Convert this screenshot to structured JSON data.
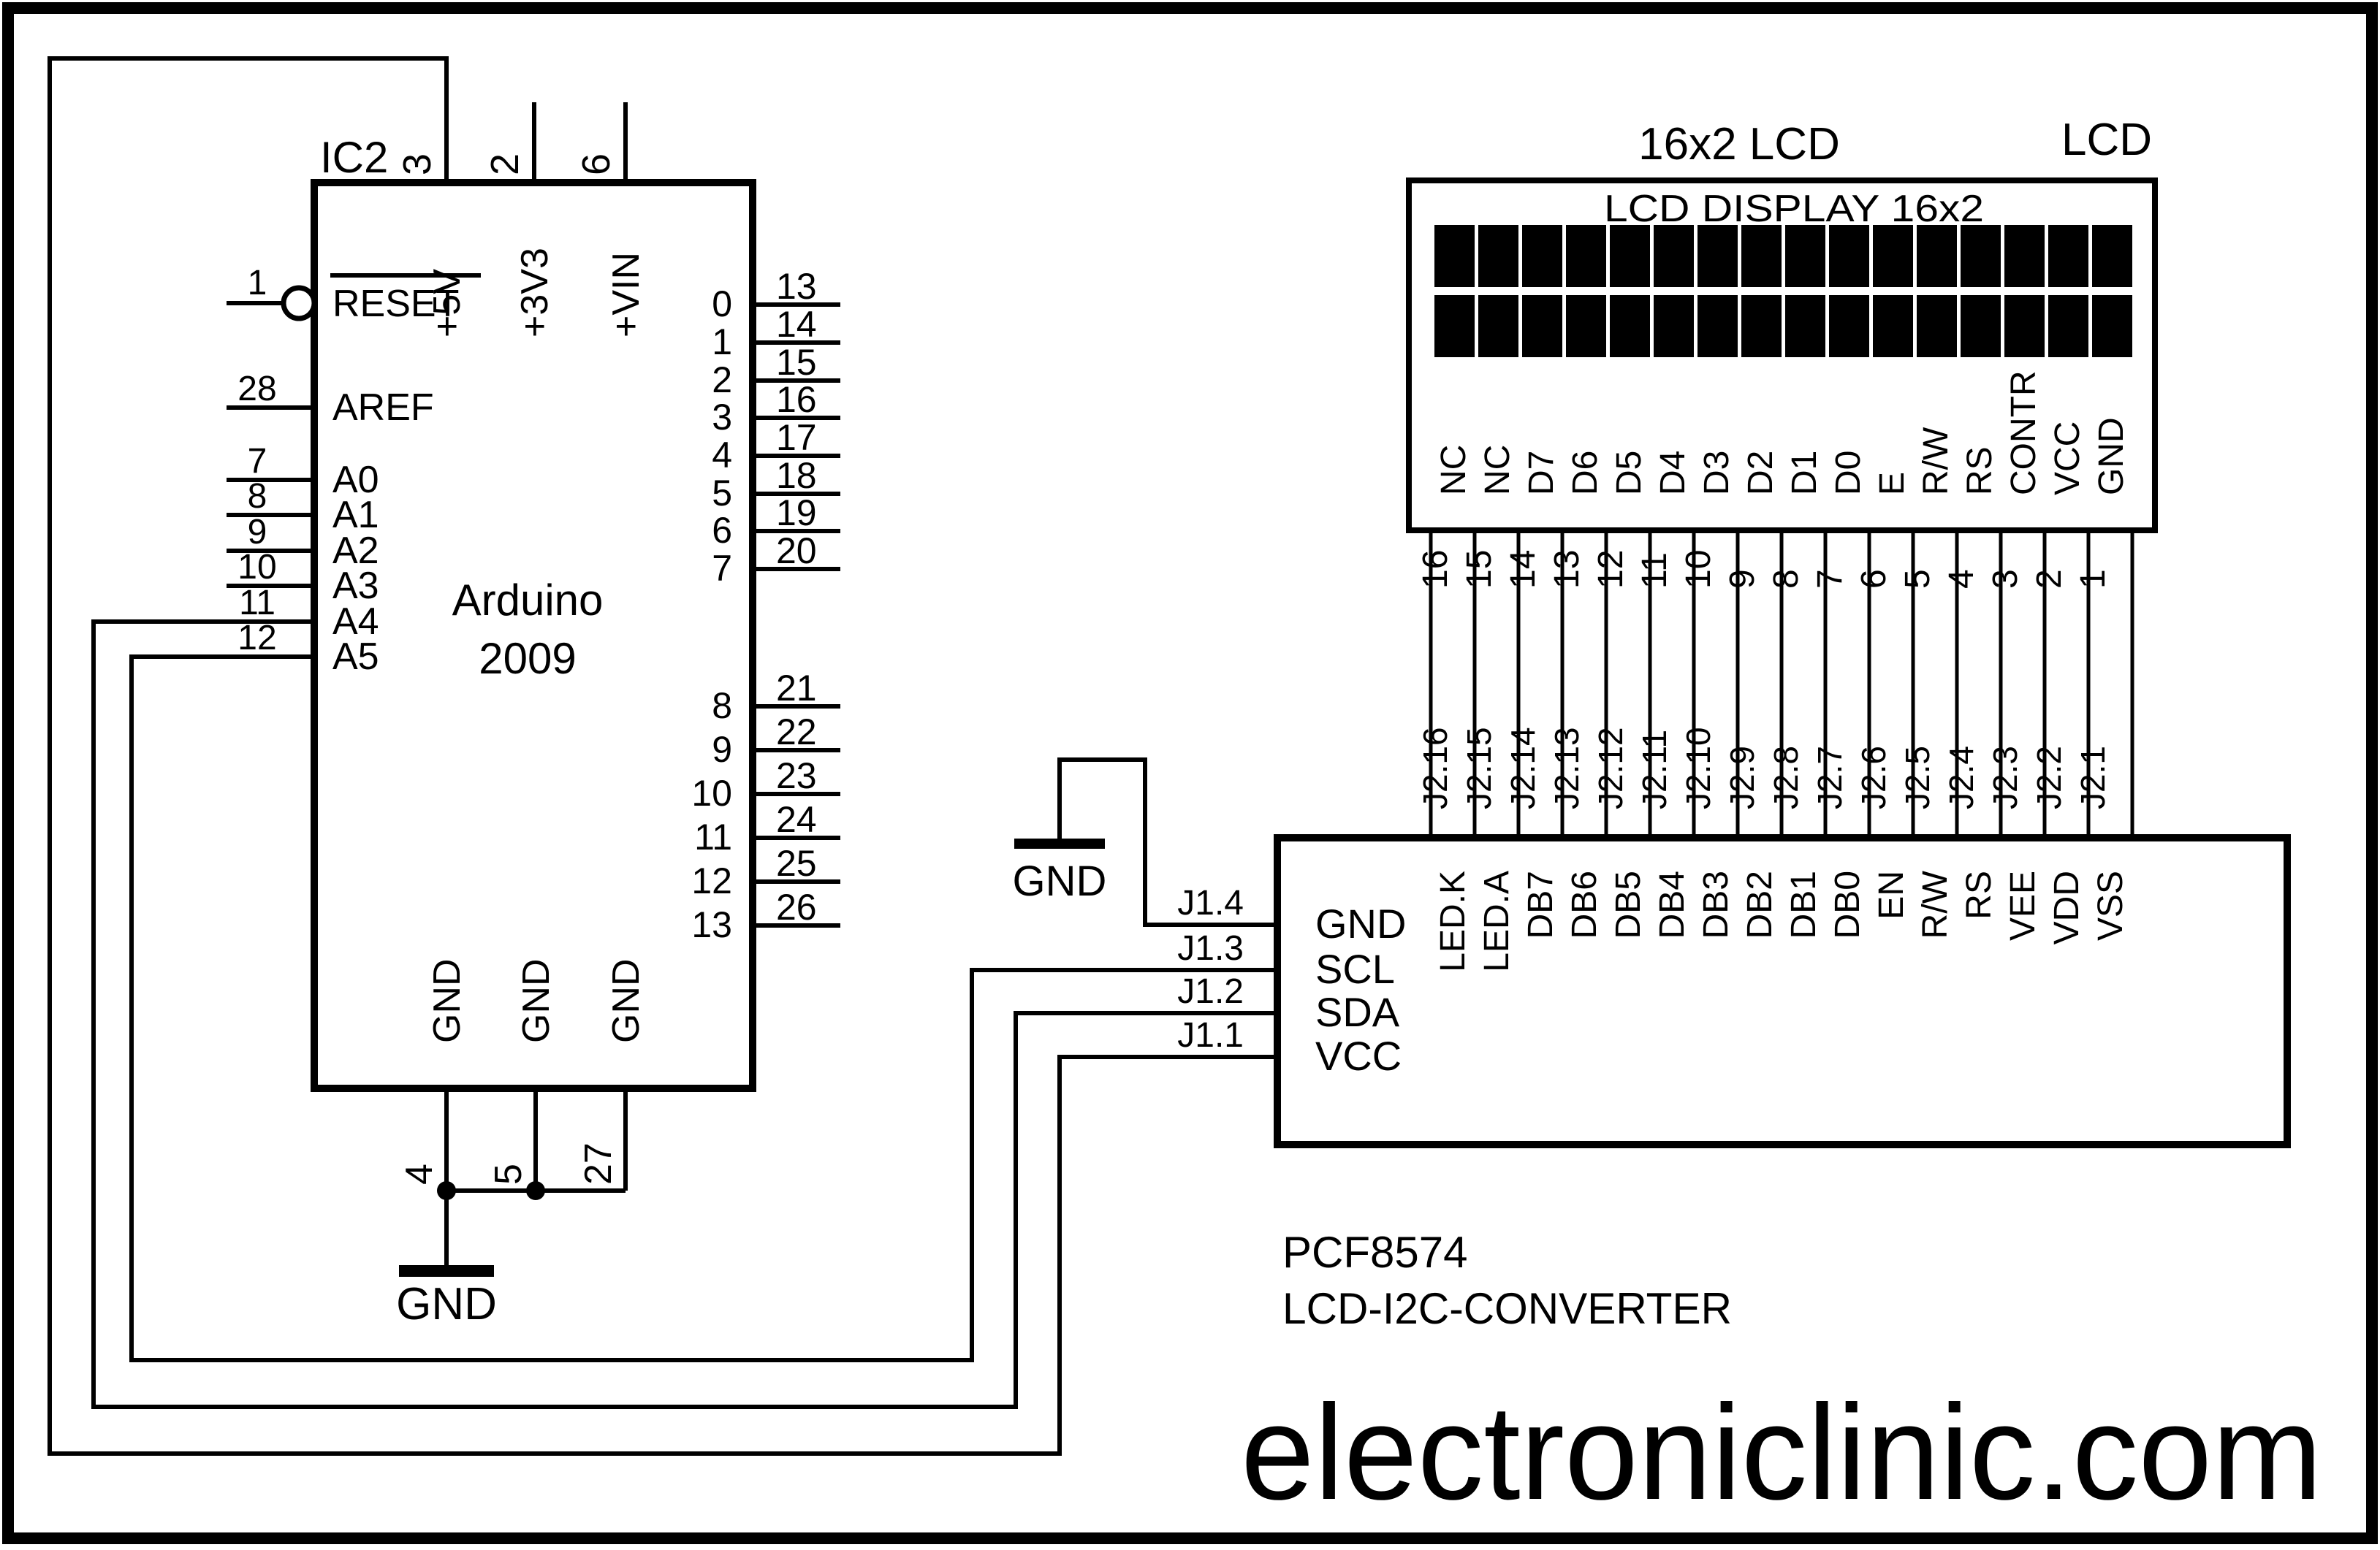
{
  "page": {
    "background": "#ffffff",
    "ink": "#000000",
    "watermark": "electroniclinic.com"
  },
  "arduino": {
    "designator": "IC2",
    "title_line1": "Arduino",
    "title_line2": "2009",
    "reset_pin": {
      "num": "1",
      "label": "RESET",
      "overline": true
    },
    "top_pins": [
      {
        "num": "3",
        "label": "+5V"
      },
      {
        "num": "2",
        "label": "+3V3"
      },
      {
        "num": "6",
        "label": "+VIN"
      }
    ],
    "left_pins": [
      {
        "num": "28",
        "label": "AREF"
      },
      {
        "num": "7",
        "label": "A0"
      },
      {
        "num": "8",
        "label": "A1"
      },
      {
        "num": "9",
        "label": "A2"
      },
      {
        "num": "10",
        "label": "A3"
      },
      {
        "num": "11",
        "label": "A4"
      },
      {
        "num": "12",
        "label": "A5"
      }
    ],
    "right_pins_upper": [
      [
        "0",
        "13"
      ],
      [
        "1",
        "14"
      ],
      [
        "2",
        "15"
      ],
      [
        "3",
        "16"
      ],
      [
        "4",
        "17"
      ],
      [
        "5",
        "18"
      ],
      [
        "6",
        "19"
      ],
      [
        "7",
        "20"
      ]
    ],
    "right_pins_lower": [
      [
        "8",
        "21"
      ],
      [
        "9",
        "22"
      ],
      [
        "10",
        "23"
      ],
      [
        "11",
        "24"
      ],
      [
        "12",
        "25"
      ],
      [
        "13",
        "26"
      ]
    ],
    "bottom_pins": [
      {
        "num": "4",
        "label": "GND"
      },
      {
        "num": "5",
        "label": "GND"
      },
      {
        "num": "27",
        "label": "GND"
      }
    ],
    "gnd_label": "GND"
  },
  "lcd": {
    "title": "16x2 LCD",
    "corner_label": "LCD",
    "display_title": "LCD DISPLAY 16x2",
    "rows": 2,
    "cols": 16,
    "pins": [
      {
        "num": "16",
        "label": "NC",
        "j2": "J2.16"
      },
      {
        "num": "15",
        "label": "NC",
        "j2": "J2.15"
      },
      {
        "num": "14",
        "label": "D7",
        "j2": "J2.14"
      },
      {
        "num": "13",
        "label": "D6",
        "j2": "J2.13"
      },
      {
        "num": "12",
        "label": "D5",
        "j2": "J2.12"
      },
      {
        "num": "11",
        "label": "D4",
        "j2": "J2.11"
      },
      {
        "num": "10",
        "label": "D3",
        "j2": "J2.10"
      },
      {
        "num": "9",
        "label": "D2",
        "j2": "J2.9"
      },
      {
        "num": "8",
        "label": "D1",
        "j2": "J2.8"
      },
      {
        "num": "7",
        "label": "D0",
        "j2": "J2.7"
      },
      {
        "num": "6",
        "label": "E",
        "j2": "J2.6"
      },
      {
        "num": "5",
        "label": "R/W",
        "j2": "J2.5"
      },
      {
        "num": "4",
        "label": "RS",
        "j2": "J2.4"
      },
      {
        "num": "3",
        "label": "CONTR",
        "j2": "J2.3"
      },
      {
        "num": "2",
        "label": "VCC",
        "j2": "J2.2"
      },
      {
        "num": "1",
        "label": "GND",
        "j2": "J2.1"
      }
    ]
  },
  "pcf": {
    "name": "PCF8574",
    "subtitle": "LCD-I2C-CONVERTER",
    "top_pins": [
      "LED.K",
      "LED.A",
      "DB7",
      "DB6",
      "DB5",
      "DB4",
      "DB3",
      "DB2",
      "DB1",
      "DB0",
      "EN",
      "R/W",
      "RS",
      "VEE",
      "VDD",
      "VSS"
    ],
    "left_pins": [
      {
        "ext": "J1.4",
        "int": "GND"
      },
      {
        "ext": "J1.3",
        "int": "SCL"
      },
      {
        "ext": "J1.2",
        "int": "SDA"
      },
      {
        "ext": "J1.1",
        "int": "VCC"
      }
    ],
    "gnd_label": "GND"
  }
}
